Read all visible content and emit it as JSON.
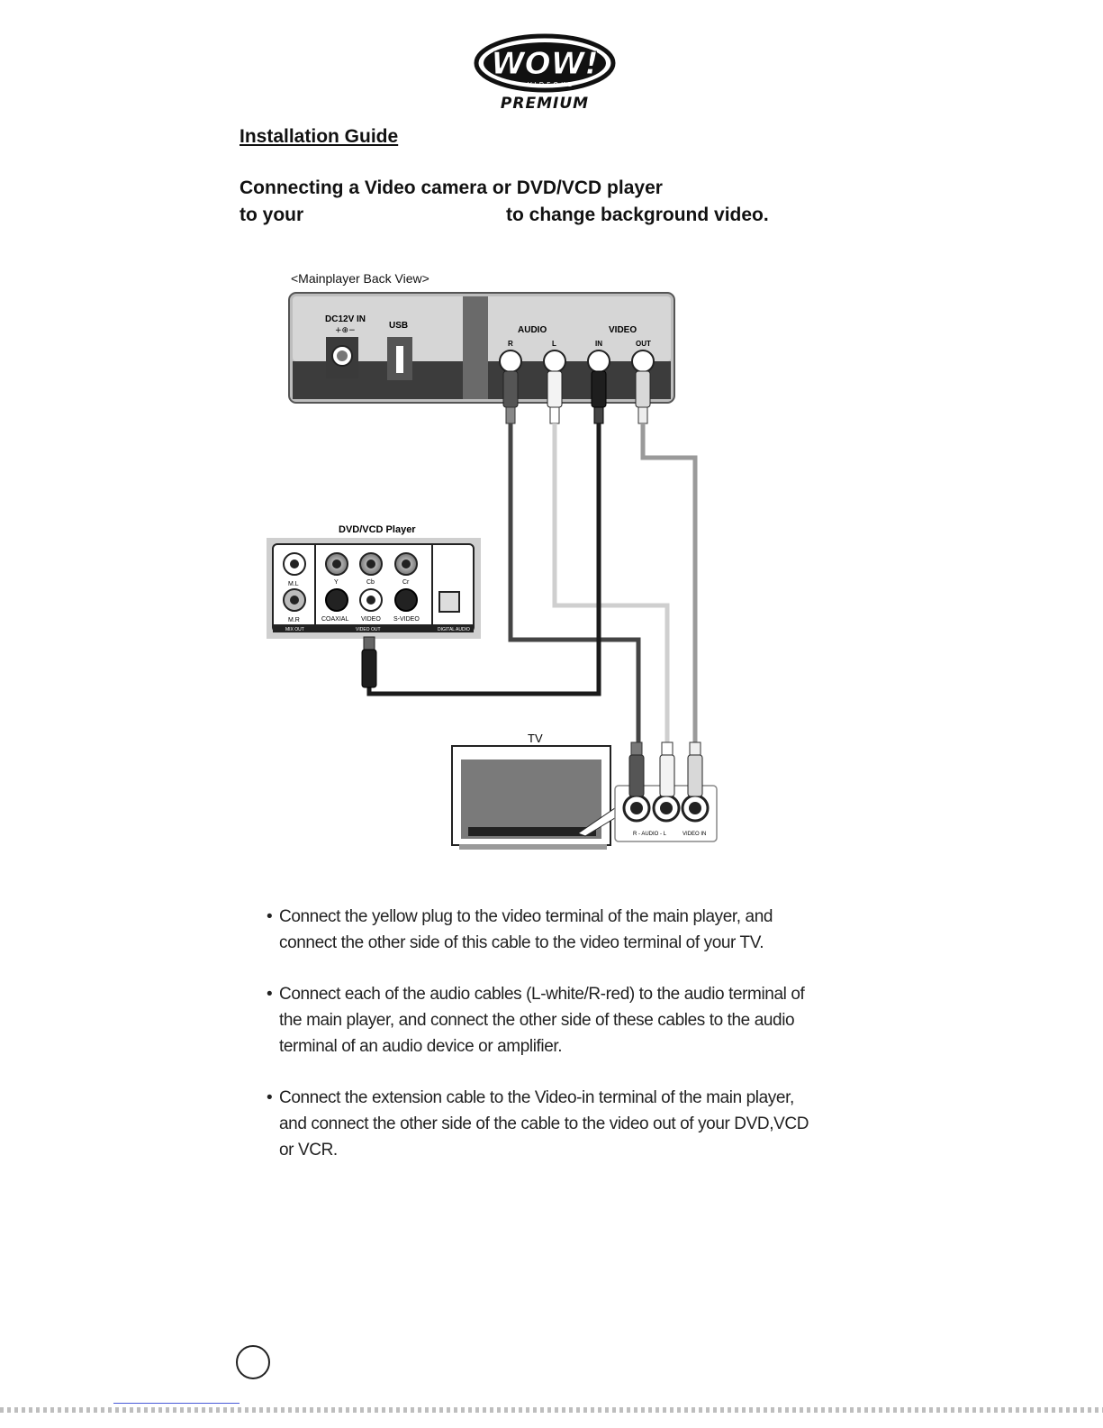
{
  "logo": {
    "brand": "WOW!",
    "sub": "VIDEOKE",
    "edition": "PREMIUM"
  },
  "heading": "Installation Guide",
  "title": {
    "line1": "Connecting a Video camera or DVD/VCD player",
    "line2a": "to your",
    "line2b": "to change background video."
  },
  "diagram": {
    "caption": "<Mainplayer Back View>",
    "mainplayer": {
      "dc": "DC12V IN",
      "usb": "USB",
      "audio": "AUDIO",
      "video": "VIDEO",
      "r": "R",
      "l": "L",
      "in": "IN",
      "out": "OUT"
    },
    "dvd": {
      "title": "DVD/VCD Player",
      "ml": "M.L",
      "mr": "M.R",
      "y": "Y",
      "cb": "Cb",
      "cr": "Cr",
      "coaxial": "COAXIAL",
      "video": "VIDEO",
      "svideo": "S-VIDEO",
      "mixout": "MIX OUT",
      "videoout": "VIDEO OUT",
      "digital": "DIGITAL AUDIO"
    },
    "tv": {
      "title": "TV",
      "audio": "R - AUDIO - L",
      "videoin": "VIDEO IN"
    }
  },
  "bullets": [
    "Connect the yellow plug to the video terminal of the main player, and connect the other side of this cable to the video terminal of your TV.",
    "Connect each of the audio cables (L-white/R-red) to the audio terminal of the main player, and connect the other side of these cables to the audio terminal of an audio device or amplifier.",
    "Connect the extension cable to the Video-in terminal of the main player, and connect the other side of the cable to the video out of your DVD,VCD or VCR."
  ],
  "bullet_mark": "•"
}
